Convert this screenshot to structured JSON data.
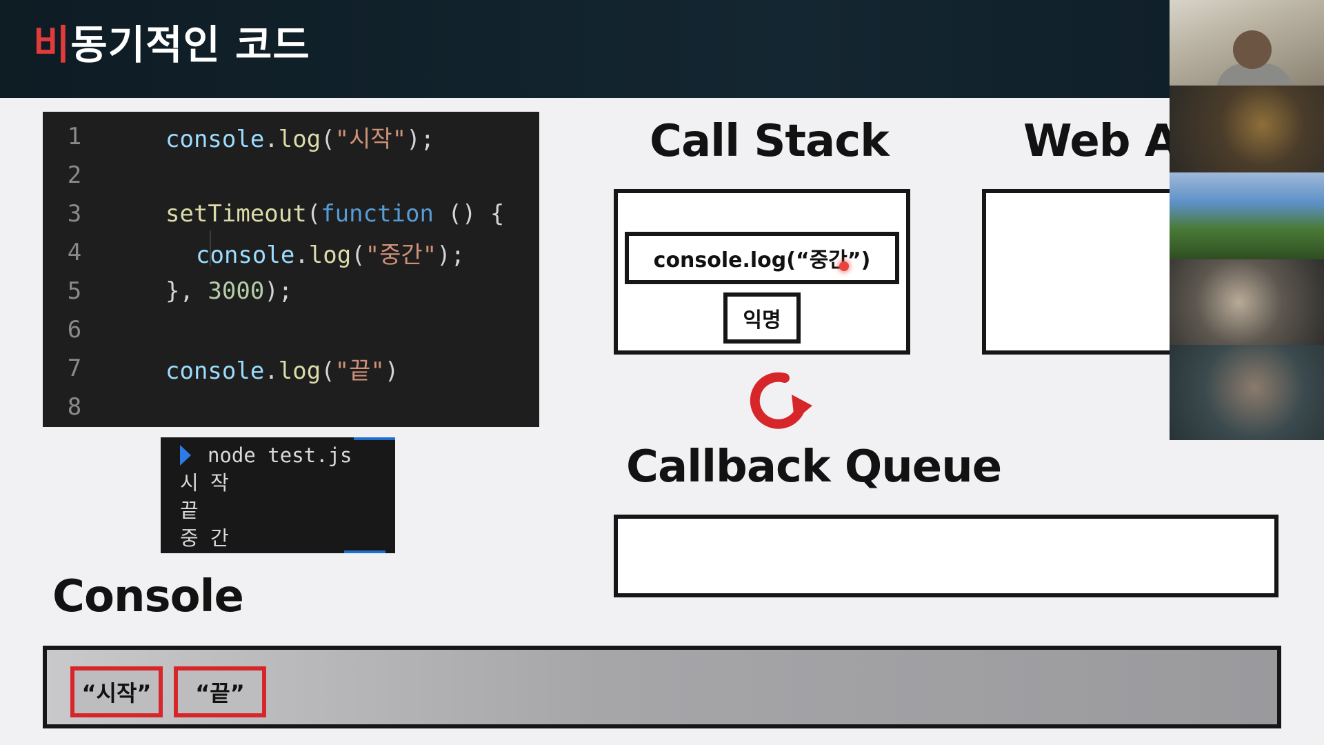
{
  "header": {
    "title_accent": "비",
    "title_rest": "동기적인 코드"
  },
  "code_editor": {
    "lines": [
      {
        "num": "1",
        "tokens": [
          "console",
          ".",
          "log",
          "(",
          "\"시작\"",
          ");"
        ]
      },
      {
        "num": "2",
        "tokens": []
      },
      {
        "num": "3",
        "tokens": [
          "setTimeout",
          "(",
          "function",
          " () {"
        ]
      },
      {
        "num": "4",
        "tokens": [
          "console",
          ".",
          "log",
          "(",
          "\"중간\"",
          ");"
        ]
      },
      {
        "num": "5",
        "tokens": [
          "}, ",
          "3000",
          ");"
        ]
      },
      {
        "num": "6",
        "tokens": []
      },
      {
        "num": "7",
        "tokens": [
          "console",
          ".",
          "log",
          "(",
          "\"끝\"",
          ")"
        ]
      },
      {
        "num": "8",
        "tokens": []
      }
    ]
  },
  "terminal": {
    "command": "node test.js",
    "outputs": [
      "시 작",
      "끝",
      "중 간"
    ]
  },
  "call_stack": {
    "title": "Call Stack",
    "frames": [
      "console.log(“중간”)",
      "익명"
    ]
  },
  "web_api": {
    "title": "Web A"
  },
  "callback_queue": {
    "title": "Callback Queue"
  },
  "console_panel": {
    "title": "Console",
    "items": [
      "“시작”",
      "“끝”"
    ]
  },
  "colors": {
    "header_bg": "#0e1c24",
    "title_accent": "#e23b3b",
    "loop_arrow": "#d7262a",
    "console_item_border": "#d7262a",
    "prompt_arrow": "#2d7be6"
  },
  "icons": {
    "loop": "event-loop-arrow-icon",
    "prompt": "terminal-prompt-icon"
  }
}
